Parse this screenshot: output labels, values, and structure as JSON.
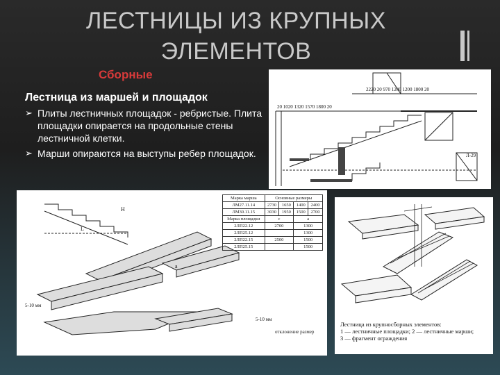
{
  "slide": {
    "title": "ЛЕСТНИЦЫ ИЗ КРУПНЫХ ЭЛЕМЕНТОВ",
    "subtitle": "Сборные",
    "heading": "Лестница из маршей и площадок",
    "bullets": [
      "Плиты лестничных площадок - ребристые. Плита площадки опирается на продольные стены лестничной клетки.",
      "Марши опираются на выступы ребер площадок."
    ],
    "bullet_icon": "arrow-bullet-icon"
  },
  "drawing_top": {
    "dims_top": "2220  20  970  1200  1200  1800  20",
    "dims_mid": "20  1020  1320  1570  1800  20",
    "label_right": "Л-29"
  },
  "drawing_left": {
    "label_h": "H",
    "label_l": "L",
    "label_a": "a",
    "label_gap1": "5-10 мм",
    "label_gap2": "5-10 мм",
    "note": "отклонение размер",
    "table": {
      "header1": [
        "Марка марша",
        "Основные размеры",
        ""
      ],
      "rows1": [
        [
          "ЛМ27.11.14",
          "2730",
          "1650",
          "1400",
          "2400"
        ],
        [
          "ЛМ30.11.15",
          "3030",
          "1950",
          "1500",
          "2700"
        ]
      ],
      "header2": [
        "Марка площадки",
        "c",
        "a"
      ],
      "rows2": [
        [
          "2ЛП22.12",
          "2700",
          "1300"
        ],
        [
          "2ЛП25.12",
          "",
          "1300"
        ],
        [
          "2ЛП22.15",
          "2500",
          "1500"
        ],
        [
          "2ЛП25.15",
          "",
          "1500"
        ]
      ]
    }
  },
  "drawing_right": {
    "caption_title": "Лестница из крупносборных элементов:",
    "caption_line1": "1 — лестничные площадки; 2 — лестничные марши;",
    "caption_line2": "3 — фрагмент ограждения"
  }
}
